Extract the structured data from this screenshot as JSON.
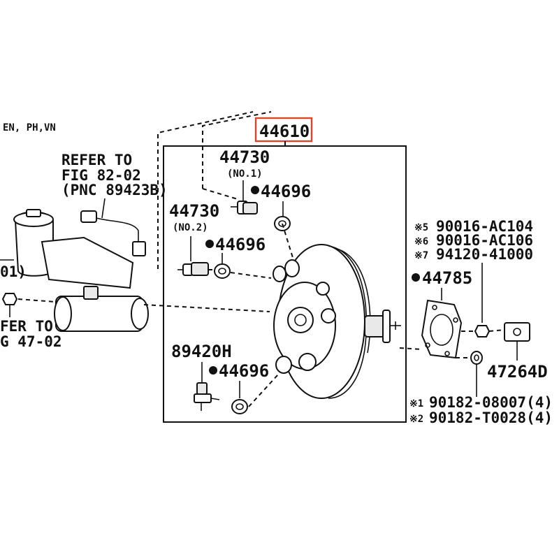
{
  "diagram": {
    "highlight_color": "#d9462f",
    "header_fragment": "EN, PH,VN",
    "main_part": "44610",
    "parts": {
      "p44730_a": "44730",
      "p44730_a_sub": "(NO.1)",
      "p44730_b": "44730",
      "p44730_b_sub": "(NO.2)",
      "p44696_a": "44696",
      "p44696_b": "44696",
      "p44696_c": "44696",
      "p89420h": "89420H",
      "p44785": "44785",
      "p47264d": "47264D"
    },
    "refer_fig82": [
      "REFER TO",
      "FIG 82-02",
      "(PNC 89423B)"
    ],
    "refer_fig47": [
      "FER TO",
      "G 47-02"
    ],
    "left_fragment": "01)",
    "fastener_list": [
      {
        "mark": "※5",
        "part": "90016-AC104"
      },
      {
        "mark": "※6",
        "part": "90016-AC106"
      },
      {
        "mark": "※7",
        "part": "94120-41000"
      }
    ],
    "bolt_list": [
      {
        "mark": "※1",
        "part": "90182-08007(4)"
      },
      {
        "mark": "※2",
        "part": "90182-T0028(4)"
      }
    ]
  }
}
